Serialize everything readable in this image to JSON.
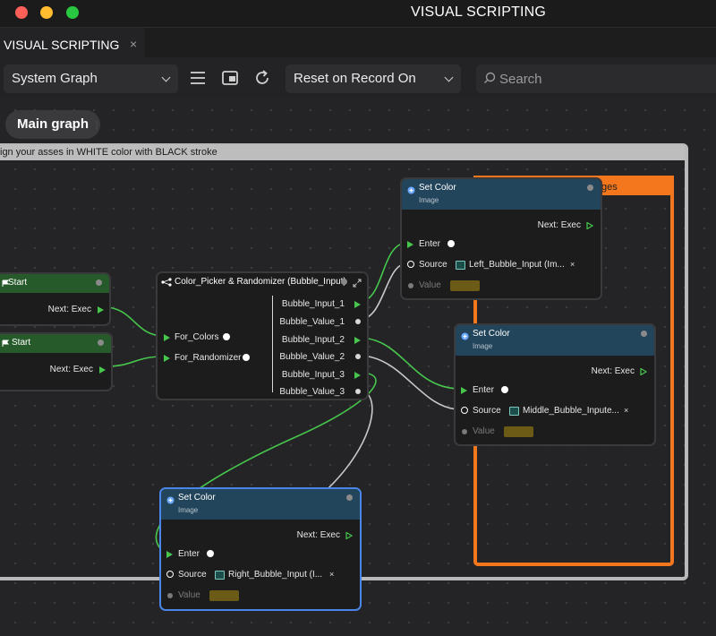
{
  "window": {
    "title": "VISUAL SCRIPTING"
  },
  "tab": {
    "label": "VISUAL SCRIPTING",
    "close": "×"
  },
  "toolbar": {
    "graph_select": "System Graph",
    "reset_select": "Reset on Record On",
    "search_placeholder": "Search"
  },
  "breadcrumb": {
    "label": "Main graph"
  },
  "group": {
    "label": "ign your asses in WHITE  color with BLACK stroke"
  },
  "orange_group": {
    "label": "ges"
  },
  "nodes": {
    "start1": {
      "title": "Start",
      "next": "Next: Exec"
    },
    "start2": {
      "title": "Start",
      "next": "Next: Exec"
    },
    "picker": {
      "title": "Color_Picker & Randomizer (Bubble_Input)",
      "in1": "For_Colors",
      "in2": "For_Randomizer",
      "outs": [
        "Bubble_Input_1",
        "Bubble_Value_1",
        "Bubble_Input_2",
        "Bubble_Value_2",
        "Bubble_Input_3",
        "Bubble_Value_3"
      ]
    },
    "set1": {
      "title": "Set Color",
      "subtitle": "Image",
      "next": "Next: Exec",
      "enter": "Enter",
      "source_label": "Source",
      "source_value": "Left_Bubble_Input (Im...",
      "value_label": "Value",
      "swatch_color": "#6b5b16"
    },
    "set2": {
      "title": "Set Color",
      "subtitle": "Image",
      "next": "Next: Exec",
      "enter": "Enter",
      "source_label": "Source",
      "source_value": "Middle_Bubble_Inpute...",
      "value_label": "Value",
      "swatch_color": "#6b5b16"
    },
    "set3": {
      "title": "Set Color",
      "subtitle": "Image",
      "next": "Next: Exec",
      "enter": "Enter",
      "source_label": "Source",
      "source_value": "Right_Bubble_Input (I...",
      "value_label": "Value",
      "swatch_color": "#6b5b16"
    }
  },
  "colors": {
    "accent_orange": "#f4761d",
    "exec_green": "#46c64c",
    "selected_blue": "#4a86e8"
  }
}
